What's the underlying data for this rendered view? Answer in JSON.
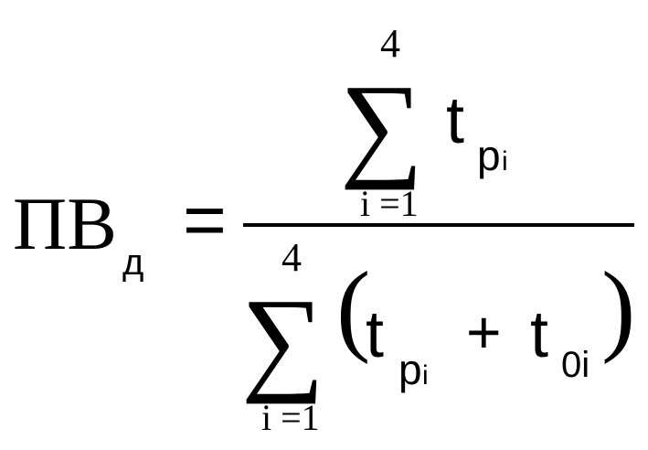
{
  "formula": {
    "lhs": {
      "symbol": "ПВ",
      "subscript": "д"
    },
    "equals": "=",
    "numerator": {
      "sum_symbol": "∑",
      "upper_limit": "4",
      "lower_limit": "i =1",
      "term": {
        "symbol": "t",
        "subscript": "p",
        "sub_subscript": "i"
      }
    },
    "denominator": {
      "sum_symbol": "∑",
      "upper_limit": "4",
      "lower_limit": "i =1",
      "open_paren": "(",
      "term1": {
        "symbol": "t",
        "subscript": "p",
        "sub_subscript": "i"
      },
      "plus": "+",
      "term2": {
        "symbol": "t",
        "subscript": "0i"
      },
      "close_paren": ")"
    }
  }
}
